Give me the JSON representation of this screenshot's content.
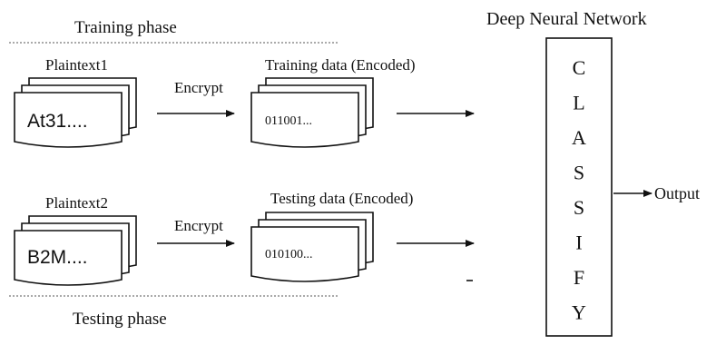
{
  "training": {
    "phase_label": "Training phase",
    "plaintext_label": "Plaintext1",
    "plaintext_text": "At31....",
    "encrypt_label": "Encrypt",
    "data_label": "Training data (Encoded)",
    "data_text": "011001..."
  },
  "testing": {
    "phase_label": "Testing phase",
    "plaintext_label": "Plaintext2",
    "plaintext_text": "B2M....",
    "encrypt_label": "Encrypt",
    "data_label": "Testing data (Encoded)",
    "data_text": "010100..."
  },
  "network": {
    "title": "Deep Neural Network",
    "letters": [
      "C",
      "L",
      "A",
      "S",
      "S",
      "I",
      "F",
      "Y"
    ],
    "output_label": "Output"
  }
}
